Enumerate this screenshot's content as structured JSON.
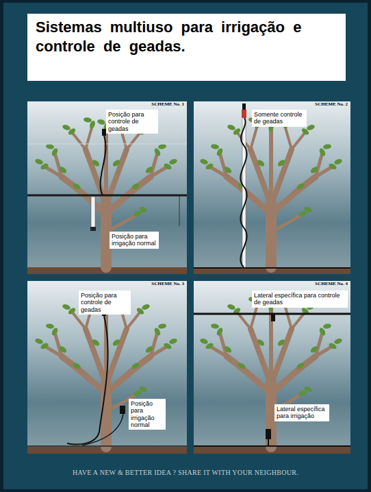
{
  "diagram": {
    "title": "Sistemas multiuso para irrigação e controle de geadas.",
    "nodes": [
      {
        "text": [
          "SCHEME No. 1"
        ]
      },
      {
        "text": [
          "Posição para controle de geadas"
        ],
        "in": 0
      },
      {
        "text": [
          "Posição para irrigação normal"
        ],
        "in": 0
      },
      {
        "text": [
          "SCHEME No. 2"
        ]
      },
      {
        "text": [
          "Somente controle de geadas"
        ],
        "in": 3
      },
      {
        "text": [
          "SCHEME No. 3"
        ]
      },
      {
        "text": [
          "Posição para controle de geadas"
        ],
        "in": 5
      },
      {
        "text": [
          "Posição para irrigação normal"
        ],
        "in": 5
      },
      {
        "text": [
          "SCHEME No. 4"
        ]
      },
      {
        "text": [
          "Lateral específica para controle de geadas"
        ],
        "in": 8
      },
      {
        "text": [
          "Lateral específica para irrigação"
        ],
        "in": 8
      }
    ],
    "labels": [
      "HAVE A NEW & BETTER IDEA ? SHARE IT WITH YOUR NEIGHBOUR."
    ]
  }
}
